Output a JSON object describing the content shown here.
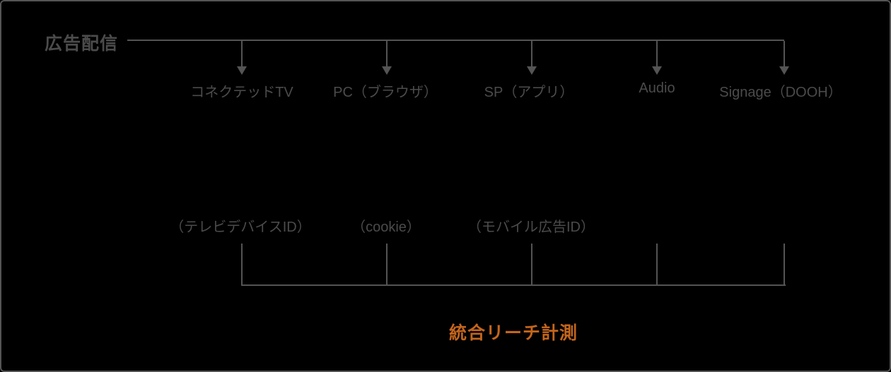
{
  "diagram": {
    "title": "広告配信",
    "channels": [
      {
        "label": "コネクテッドTV",
        "id_label": "（テレビデバイスID）"
      },
      {
        "label": "PC（ブラウザ）",
        "id_label": "（cookie）"
      },
      {
        "label": "SP（アプリ）",
        "id_label": "（モバイル広告ID）"
      },
      {
        "label": "Audio"
      },
      {
        "label": "Signage（DOOH）"
      }
    ],
    "measurement": {
      "label": "統合リーチ計測"
    },
    "colors": {
      "background": "#000000",
      "border": "#555555",
      "line": "#545454",
      "text": "#4b4b4b",
      "accent": "#c4651c"
    }
  }
}
